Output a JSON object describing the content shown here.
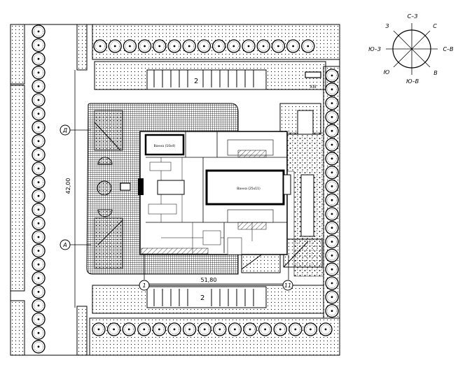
{
  "site_plan": {
    "dimensions": {
      "width_label": "51,80",
      "height_label": "42,00"
    },
    "axes": {
      "top_left": "Д",
      "bottom_left": "А",
      "bottom_1": "1",
      "bottom_2": "11"
    },
    "parking": {
      "top_label": "2",
      "bottom_label": "2"
    },
    "corner_tag": "XIII",
    "rooms": {
      "small_pool": "Ванна (10х4)",
      "main_pool": "Ванна (25х11)"
    }
  },
  "compass": {
    "N": "С",
    "NE": "С–В",
    "E": "В",
    "SE": "Ю–В",
    "S": "Ю",
    "SW": "Ю–З",
    "W": "З",
    "NW": "С–З"
  },
  "colors": {
    "ink": "#000000",
    "paper": "#ffffff"
  }
}
